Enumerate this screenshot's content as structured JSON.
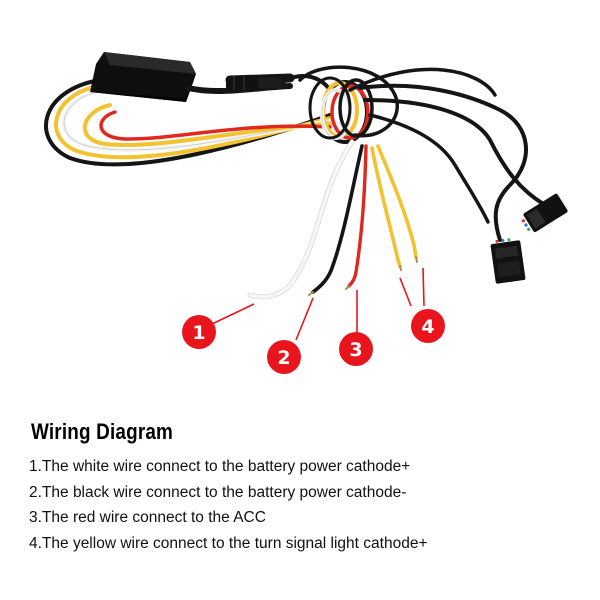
{
  "callouts": [
    {
      "number": "1"
    },
    {
      "number": "2"
    },
    {
      "number": "3"
    },
    {
      "number": "4"
    }
  ],
  "callout_color": "#e8161c",
  "wire_colors": {
    "white": "#f4f4f4",
    "black": "#151515",
    "red": "#e0281e",
    "yellow": "#f2c230"
  },
  "heading": "Wiring Diagram",
  "instructions": [
    "1.The white wire connect to the battery power cathode+",
    "2.The black wire connect to the battery power cathode-",
    "3.The red wire connect to the ACC",
    "4.The yellow wire connect to the turn signal light cathode+"
  ]
}
